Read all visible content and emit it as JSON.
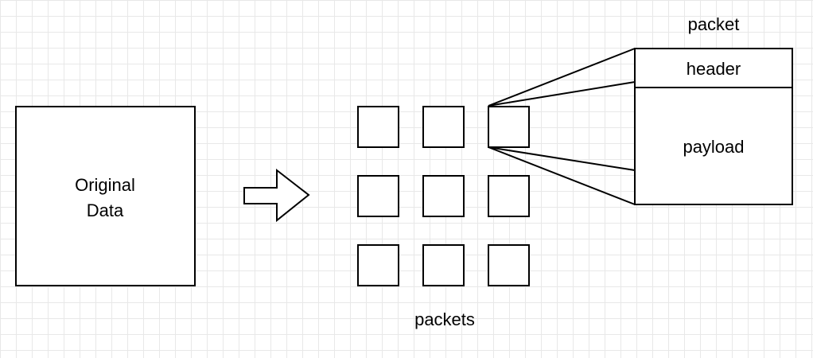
{
  "original_data": {
    "line1": "Original",
    "line2": "Data"
  },
  "packets_label": "packets",
  "packet_detail": {
    "title": "packet",
    "header_label": "header",
    "payload_label": "payload"
  },
  "grid": {
    "rows": 3,
    "cols": 3
  },
  "colors": {
    "background": "#ffffff",
    "gridline": "#e8e8e8",
    "stroke": "#000000"
  }
}
